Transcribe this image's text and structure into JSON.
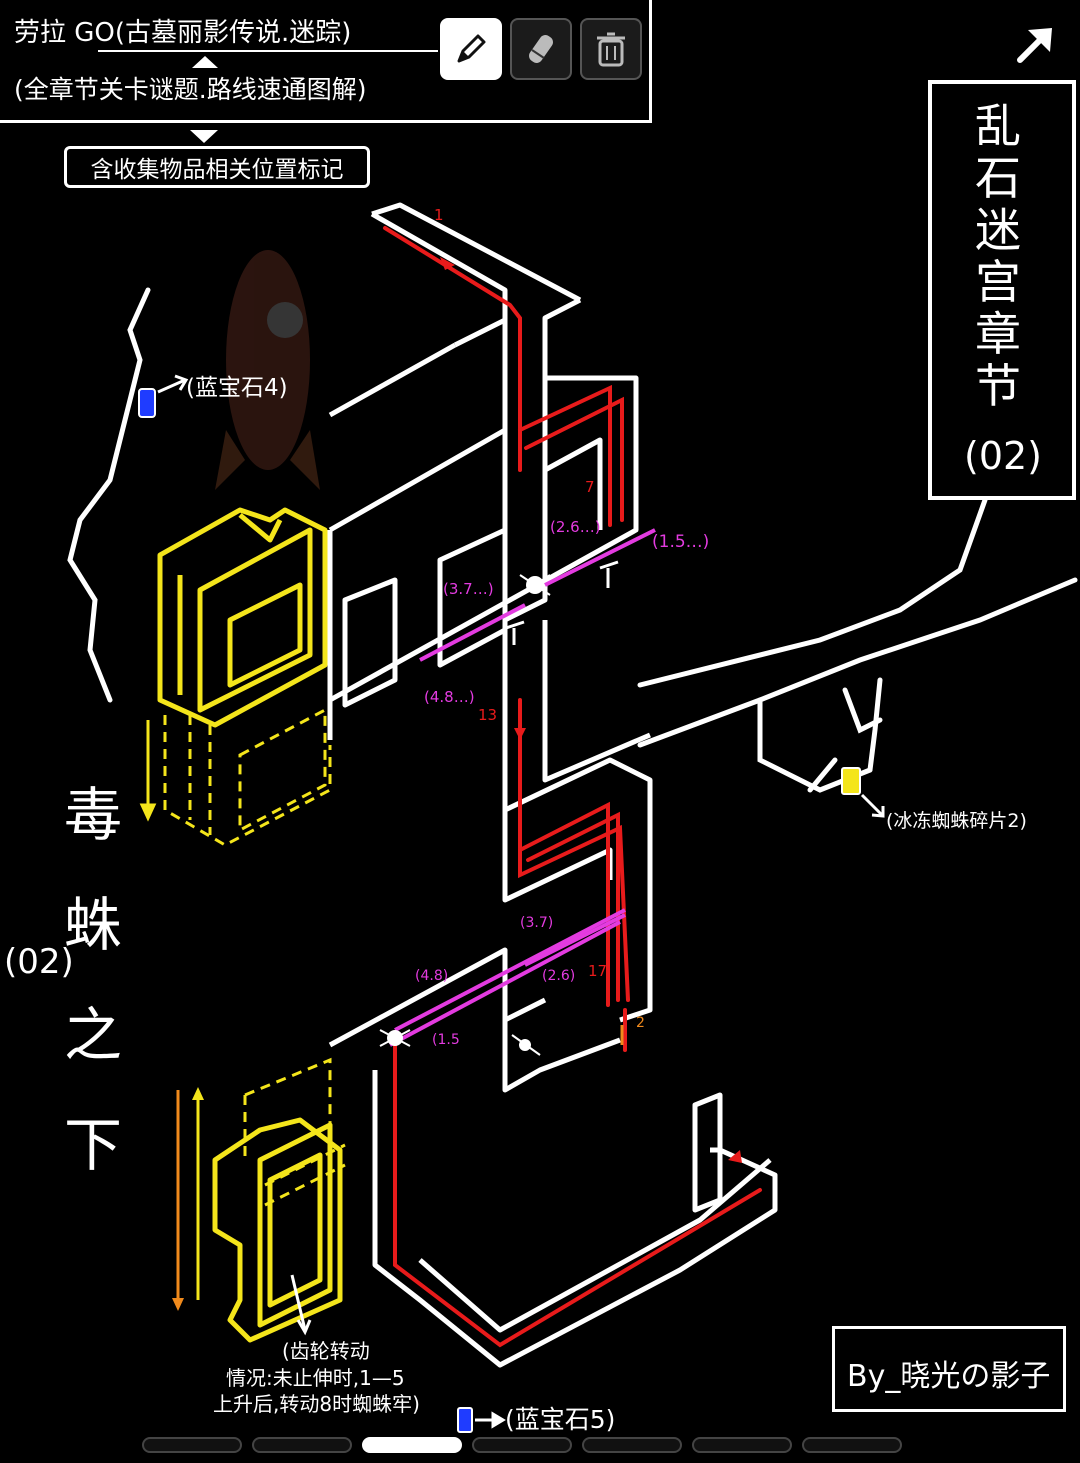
{
  "header": {
    "title_line1": "劳拉 GO(古墓丽影传说.迷踪)",
    "title_line2": "(全章节关卡谜题.路线速通图解)",
    "subtitle": "含收集物品相关位置标记"
  },
  "toolbar": {
    "tools": [
      {
        "name": "pen",
        "icon": "pen-icon",
        "active": true
      },
      {
        "name": "eraser",
        "icon": "eraser-icon",
        "active": false
      },
      {
        "name": "delete",
        "icon": "trash-icon",
        "active": false
      }
    ],
    "expand_icon": "arrow-up-right-icon"
  },
  "chapter": {
    "name": "乱石迷宫章节",
    "number": "(02)"
  },
  "level": {
    "name": "毒蛛之下",
    "number": "(02)"
  },
  "collectibles": {
    "gem4": "(蓝宝石4)",
    "gem5": "(蓝宝石5)",
    "fragment2": "(冰冻蜘蛛碎片2)"
  },
  "gear_note": {
    "line1": "(齿轮转动",
    "line2": "情况:未止伸时,1—5",
    "line3": "上升后,转动8时蜘蛛牢)"
  },
  "route_labels": {
    "start": "1",
    "r7": "7",
    "r13": "13",
    "r17": "17",
    "p15": "(1.5…)",
    "p26": "(2.6…)",
    "p37": "(3.7…)",
    "p48": "(4.8…)",
    "q37": "(3.7)",
    "q48": "(4.8)",
    "q26": "(2.6)",
    "q15": "(1.5",
    "q2": "2"
  },
  "credit": "By_晓光の影子",
  "pagination": {
    "total": 7,
    "current": 3
  },
  "colors": {
    "background": "#000000",
    "line": "#ffffff",
    "route": "#e81b1b",
    "pressure": "#e33be0",
    "block": "#f4e51b",
    "gem": "#1f3cff",
    "orange": "#f08a1c"
  }
}
